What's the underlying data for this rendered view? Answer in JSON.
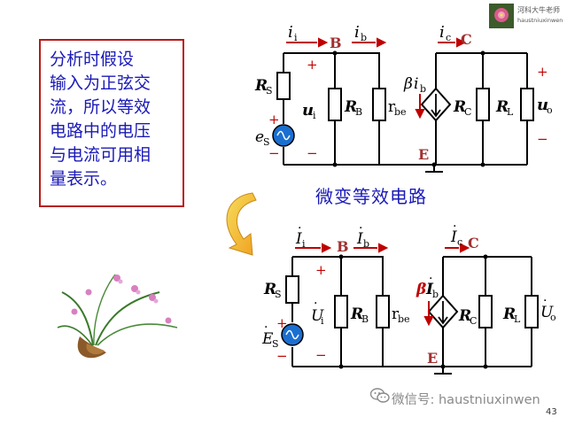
{
  "explanation_lines": [
    "分析时假设",
    "输入为正弦交",
    "流，所以等效",
    "电路中的电压",
    "与电流可用相",
    "量表示。"
  ],
  "caption": "微变等效电路",
  "logo": {
    "name": "河科大牛老师",
    "sub": "haustniuxinwen"
  },
  "watermark": "微信号: haustniuxinwen",
  "page_number": "43",
  "circuit_top": {
    "i_i": "i",
    "i_i_sub": "i",
    "i_b": "i",
    "i_b_sub": "b",
    "i_c": "i",
    "i_c_sub": "c",
    "node_b": "B",
    "node_c": "C",
    "node_e": "E",
    "rs": "R",
    "rs_sub": "S",
    "es": "e",
    "es_sub": "S",
    "ui": "u",
    "ui_sub": "i",
    "rb": "R",
    "rb_sub": "B",
    "rbe": "r",
    "rbe_sub": "be",
    "beta": "β",
    "beta_i": "i",
    "beta_sub": "b",
    "rc": "R",
    "rc_sub": "C",
    "rl": "R",
    "rl_sub": "L",
    "uo": "u",
    "uo_sub": "o",
    "plus": "+",
    "minus": "−"
  },
  "circuit_bottom": {
    "i_i": "I",
    "i_i_sub": "i",
    "i_b": "I",
    "i_b_sub": "b",
    "i_c": "I",
    "i_c_sub": "c",
    "node_b": "B",
    "node_c": "C",
    "node_e": "E",
    "rs": "R",
    "rs_sub": "S",
    "es": "E",
    "es_sub": "S",
    "ui": "U",
    "ui_sub": "i",
    "rb": "R",
    "rb_sub": "B",
    "rbe": "r",
    "rbe_sub": "be",
    "beta": "β",
    "beta_i": "I",
    "beta_sub": "b",
    "rc": "R",
    "rc_sub": "C",
    "rl": "R",
    "rl_sub": "L",
    "uo": "U",
    "uo_sub": "o",
    "dot": "·",
    "plus": "+",
    "minus": "−"
  },
  "colors": {
    "wire": "#000000",
    "arrow": "#c00000",
    "label_text": "#1a1ab8",
    "box_border": "#b81818",
    "source": "#1a6fd1",
    "node": "#a03030"
  }
}
